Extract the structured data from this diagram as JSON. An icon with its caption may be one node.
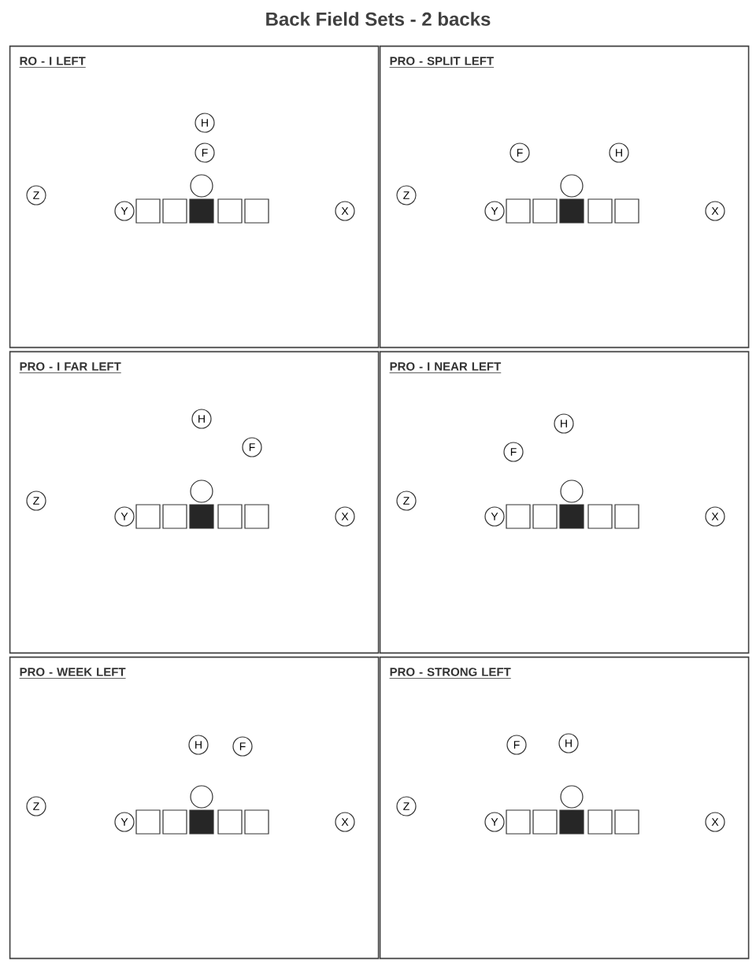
{
  "diagram": {
    "title": "Back Field Sets - 2 backs",
    "nodes": [
      {
        "text": [
          "RO - I LEFT"
        ]
      },
      {
        "text": [
          "H"
        ],
        "in": 0
      },
      {
        "text": [
          "F"
        ],
        "in": 0
      },
      {
        "text": [],
        "shape": "circle",
        "in": 0
      },
      {
        "text": [
          "Z"
        ],
        "in": 0
      },
      {
        "text": [
          "Y"
        ],
        "in": 0
      },
      {
        "text": [],
        "shape": "box",
        "in": 0
      },
      {
        "text": [],
        "shape": "box",
        "in": 0
      },
      {
        "text": [],
        "shape": "box",
        "in": 0
      },
      {
        "text": [],
        "shape": "box",
        "in": 0
      },
      {
        "text": [],
        "shape": "box",
        "in": 0
      },
      {
        "text": [
          "X"
        ],
        "in": 0
      },
      {
        "text": [
          "PRO - SPLIT LEFT"
        ]
      },
      {
        "text": [
          "F"
        ],
        "in": 12
      },
      {
        "text": [
          "H"
        ],
        "in": 12
      },
      {
        "text": [],
        "shape": "circle",
        "in": 12
      },
      {
        "text": [
          "Z"
        ],
        "in": 12
      },
      {
        "text": [
          "Y"
        ],
        "in": 12
      },
      {
        "text": [],
        "shape": "box",
        "in": 12
      },
      {
        "text": [],
        "shape": "box",
        "in": 12
      },
      {
        "text": [],
        "shape": "box",
        "in": 12
      },
      {
        "text": [],
        "shape": "box",
        "in": 12
      },
      {
        "text": [],
        "shape": "box",
        "in": 12
      },
      {
        "text": [
          "X"
        ],
        "in": 12
      },
      {
        "text": [
          "PRO - I FAR LEFT"
        ]
      },
      {
        "text": [
          "H"
        ],
        "in": 24
      },
      {
        "text": [
          "F"
        ],
        "in": 24
      },
      {
        "text": [],
        "shape": "circle",
        "in": 24
      },
      {
        "text": [
          "Z"
        ],
        "in": 24
      },
      {
        "text": [
          "Y"
        ],
        "in": 24
      },
      {
        "text": [],
        "shape": "box",
        "in": 24
      },
      {
        "text": [],
        "shape": "box",
        "in": 24
      },
      {
        "text": [],
        "shape": "box",
        "in": 24
      },
      {
        "text": [],
        "shape": "box",
        "in": 24
      },
      {
        "text": [],
        "shape": "box",
        "in": 24
      },
      {
        "text": [
          "X"
        ],
        "in": 24
      },
      {
        "text": [
          "PRO - I NEAR LEFT"
        ]
      },
      {
        "text": [
          "H"
        ],
        "in": 36
      },
      {
        "text": [
          "F"
        ],
        "in": 36
      },
      {
        "text": [],
        "shape": "circle",
        "in": 36
      },
      {
        "text": [
          "Z"
        ],
        "in": 36
      },
      {
        "text": [
          "Y"
        ],
        "in": 36
      },
      {
        "text": [],
        "shape": "box",
        "in": 36
      },
      {
        "text": [],
        "shape": "box",
        "in": 36
      },
      {
        "text": [],
        "shape": "box",
        "in": 36
      },
      {
        "text": [],
        "shape": "box",
        "in": 36
      },
      {
        "text": [],
        "shape": "box",
        "in": 36
      },
      {
        "text": [
          "X"
        ],
        "in": 36
      },
      {
        "text": [
          "PRO - WEEK LEFT"
        ]
      },
      {
        "text": [
          "H"
        ],
        "in": 48
      },
      {
        "text": [
          "F"
        ],
        "in": 48
      },
      {
        "text": [],
        "shape": "circle",
        "in": 48
      },
      {
        "text": [
          "Z"
        ],
        "in": 48
      },
      {
        "text": [
          "Y"
        ],
        "in": 48
      },
      {
        "text": [],
        "shape": "box",
        "in": 48
      },
      {
        "text": [],
        "shape": "box",
        "in": 48
      },
      {
        "text": [],
        "shape": "box",
        "in": 48
      },
      {
        "text": [],
        "shape": "box",
        "in": 48
      },
      {
        "text": [],
        "shape": "box",
        "in": 48
      },
      {
        "text": [
          "X"
        ],
        "in": 48
      },
      {
        "text": [
          "PRO - STRONG LEFT"
        ]
      },
      {
        "text": [
          "F"
        ],
        "in": 60
      },
      {
        "text": [
          "H"
        ],
        "in": 60
      },
      {
        "text": [],
        "shape": "circle",
        "in": 60
      },
      {
        "text": [
          "Z"
        ],
        "in": 60
      },
      {
        "text": [
          "Y"
        ],
        "in": 60
      },
      {
        "text": [],
        "shape": "box",
        "in": 60
      },
      {
        "text": [],
        "shape": "box",
        "in": 60
      },
      {
        "text": [],
        "shape": "box",
        "in": 60
      },
      {
        "text": [],
        "shape": "box",
        "in": 60
      },
      {
        "text": [],
        "shape": "box",
        "in": 60
      },
      {
        "text": [
          "X"
        ],
        "in": 60
      }
    ]
  }
}
